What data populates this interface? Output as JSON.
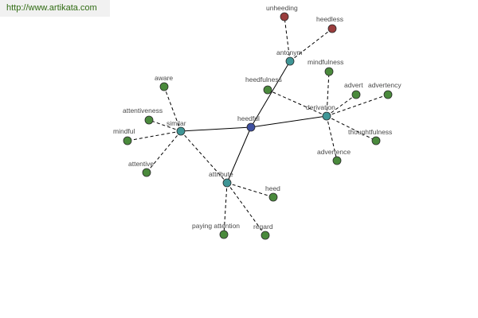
{
  "header": {
    "url_text": "http://www.artikata.com"
  },
  "colors": {
    "center": "#3e4fa0",
    "category": "#3f9696",
    "word": "#4a8a3c",
    "antonym_word": "#9a3d3d",
    "edge": "#000000"
  },
  "graph": {
    "nodes": [
      {
        "id": "heedful",
        "label": "heedful",
        "kind": "center"
      },
      {
        "id": "antonym",
        "label": "antonym",
        "kind": "category"
      },
      {
        "id": "similar",
        "label": "similar",
        "kind": "category"
      },
      {
        "id": "derivation",
        "label": "derivation",
        "kind": "category"
      },
      {
        "id": "attribute",
        "label": "attribute",
        "kind": "category"
      },
      {
        "id": "unheeding",
        "label": "unheeding",
        "kind": "antonym_word"
      },
      {
        "id": "heedless",
        "label": "heedless",
        "kind": "antonym_word"
      },
      {
        "id": "aware",
        "label": "aware",
        "kind": "word"
      },
      {
        "id": "attentiveness",
        "label": "attentiveness",
        "kind": "word"
      },
      {
        "id": "mindful",
        "label": "mindful",
        "kind": "word"
      },
      {
        "id": "attentive",
        "label": "attentive",
        "kind": "word"
      },
      {
        "id": "heedfulness",
        "label": "heedfulness",
        "kind": "word"
      },
      {
        "id": "mindfulness",
        "label": "mindfulness",
        "kind": "word"
      },
      {
        "id": "advert",
        "label": "advert",
        "kind": "word"
      },
      {
        "id": "advertency",
        "label": "advertency",
        "kind": "word"
      },
      {
        "id": "thoughtfulness",
        "label": "thoughtfulness",
        "kind": "word"
      },
      {
        "id": "advertence",
        "label": "advertence",
        "kind": "word"
      },
      {
        "id": "heed",
        "label": "heed",
        "kind": "word"
      },
      {
        "id": "paying_attention",
        "label": "paying attention",
        "kind": "word"
      },
      {
        "id": "regard",
        "label": "regard",
        "kind": "word"
      }
    ],
    "edges": [
      {
        "from": "heedful",
        "to": "antonym",
        "style": "solid"
      },
      {
        "from": "heedful",
        "to": "similar",
        "style": "solid"
      },
      {
        "from": "heedful",
        "to": "derivation",
        "style": "solid"
      },
      {
        "from": "heedful",
        "to": "attribute",
        "style": "solid"
      },
      {
        "from": "antonym",
        "to": "unheeding",
        "style": "dashed"
      },
      {
        "from": "antonym",
        "to": "heedless",
        "style": "dashed"
      },
      {
        "from": "similar",
        "to": "aware",
        "style": "dashed"
      },
      {
        "from": "similar",
        "to": "attentiveness",
        "style": "dashed"
      },
      {
        "from": "similar",
        "to": "mindful",
        "style": "dashed"
      },
      {
        "from": "similar",
        "to": "attentive",
        "style": "dashed"
      },
      {
        "from": "similar",
        "to": "attribute",
        "style": "dashed"
      },
      {
        "from": "derivation",
        "to": "heedfulness",
        "style": "dashed"
      },
      {
        "from": "derivation",
        "to": "mindfulness",
        "style": "dashed"
      },
      {
        "from": "derivation",
        "to": "advert",
        "style": "dashed"
      },
      {
        "from": "derivation",
        "to": "advertency",
        "style": "dashed"
      },
      {
        "from": "derivation",
        "to": "thoughtfulness",
        "style": "dashed"
      },
      {
        "from": "derivation",
        "to": "advertence",
        "style": "dashed"
      },
      {
        "from": "attribute",
        "to": "heed",
        "style": "dashed"
      },
      {
        "from": "attribute",
        "to": "paying_attention",
        "style": "dashed"
      },
      {
        "from": "attribute",
        "to": "regard",
        "style": "dashed"
      }
    ]
  }
}
